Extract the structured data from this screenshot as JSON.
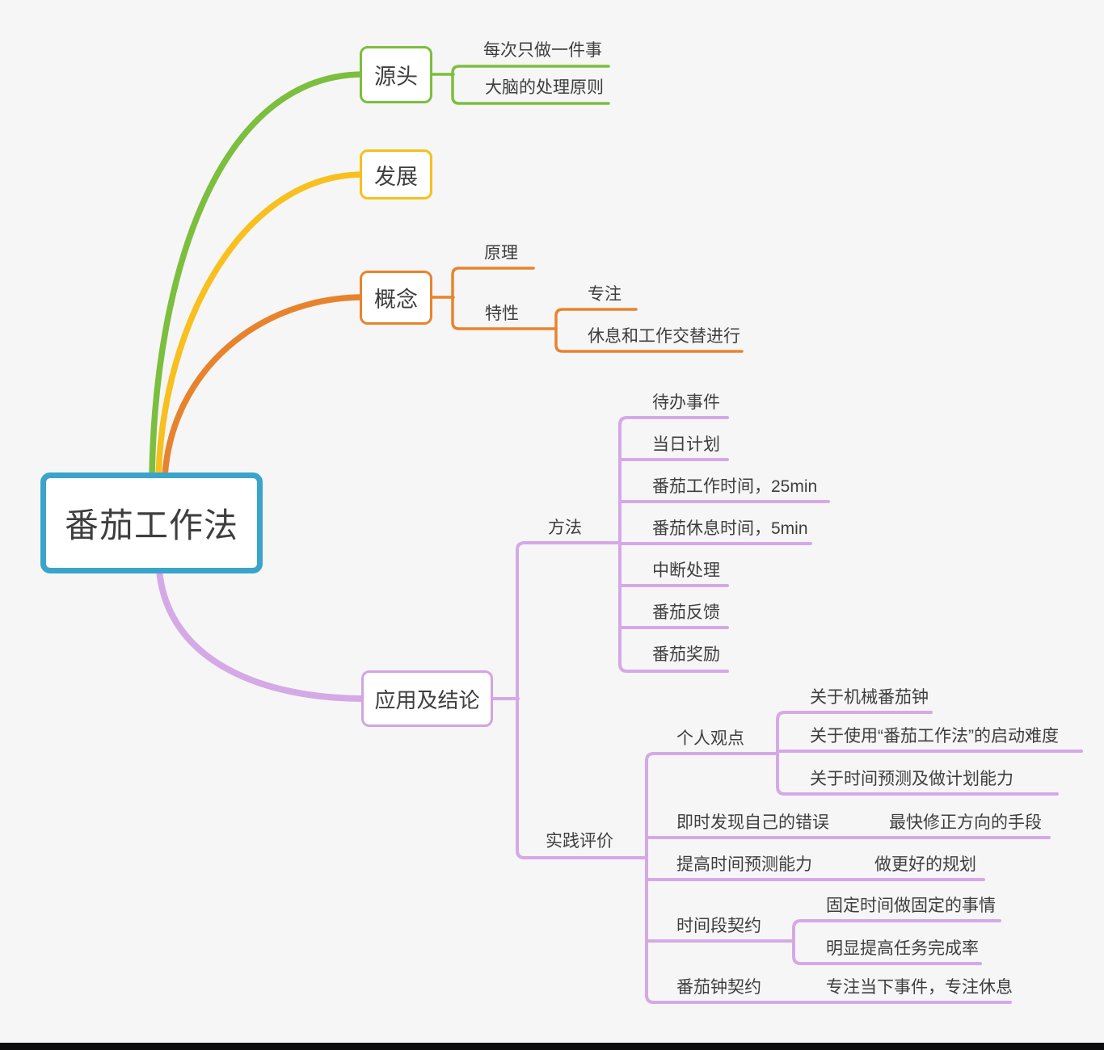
{
  "colors": {
    "background": "#f6f6f6",
    "root_border": "#3AA4CB",
    "green": "#7CBE3E",
    "yellow": "#F7C01E",
    "orange": "#E8832D",
    "purple": "#D5A9E6",
    "text": "#3e3e3e",
    "bottom_bar": "#0d0d10"
  },
  "root": {
    "label": "番茄工作法"
  },
  "branch_source": {
    "label": "源头",
    "items": [
      "每次只做一件事",
      "大脑的处理原则"
    ]
  },
  "branch_development": {
    "label": "发展"
  },
  "branch_concept": {
    "label": "概念",
    "principle": {
      "label": "原理"
    },
    "trait": {
      "label": "特性",
      "items": [
        "专注",
        "休息和工作交替进行"
      ]
    }
  },
  "branch_application": {
    "label": "应用及结论",
    "method": {
      "label": "方法",
      "items": [
        "待办事件",
        "当日计划",
        "番茄工作时间，25min",
        "番茄休息时间，5min",
        "中断处理",
        "番茄反馈",
        "番茄奖励"
      ]
    },
    "practice": {
      "label": "实践评价",
      "personal_view": {
        "label": "个人观点",
        "items": [
          "关于机械番茄钟",
          "关于使用“番茄工作法”的启动难度",
          "关于时间预测及做计划能力"
        ]
      },
      "find_mistakes": {
        "label": "即时发现自己的错误",
        "child": "最快修正方向的手段"
      },
      "improve_prediction": {
        "label": "提高时间预测能力",
        "child": "做更好的规划"
      },
      "time_period_contract": {
        "label": "时间段契约",
        "items": [
          "固定时间做固定的事情",
          "明显提高任务完成率"
        ]
      },
      "pomodoro_contract": {
        "label": "番茄钟契约",
        "child": "专注当下事件，专注休息"
      }
    }
  }
}
